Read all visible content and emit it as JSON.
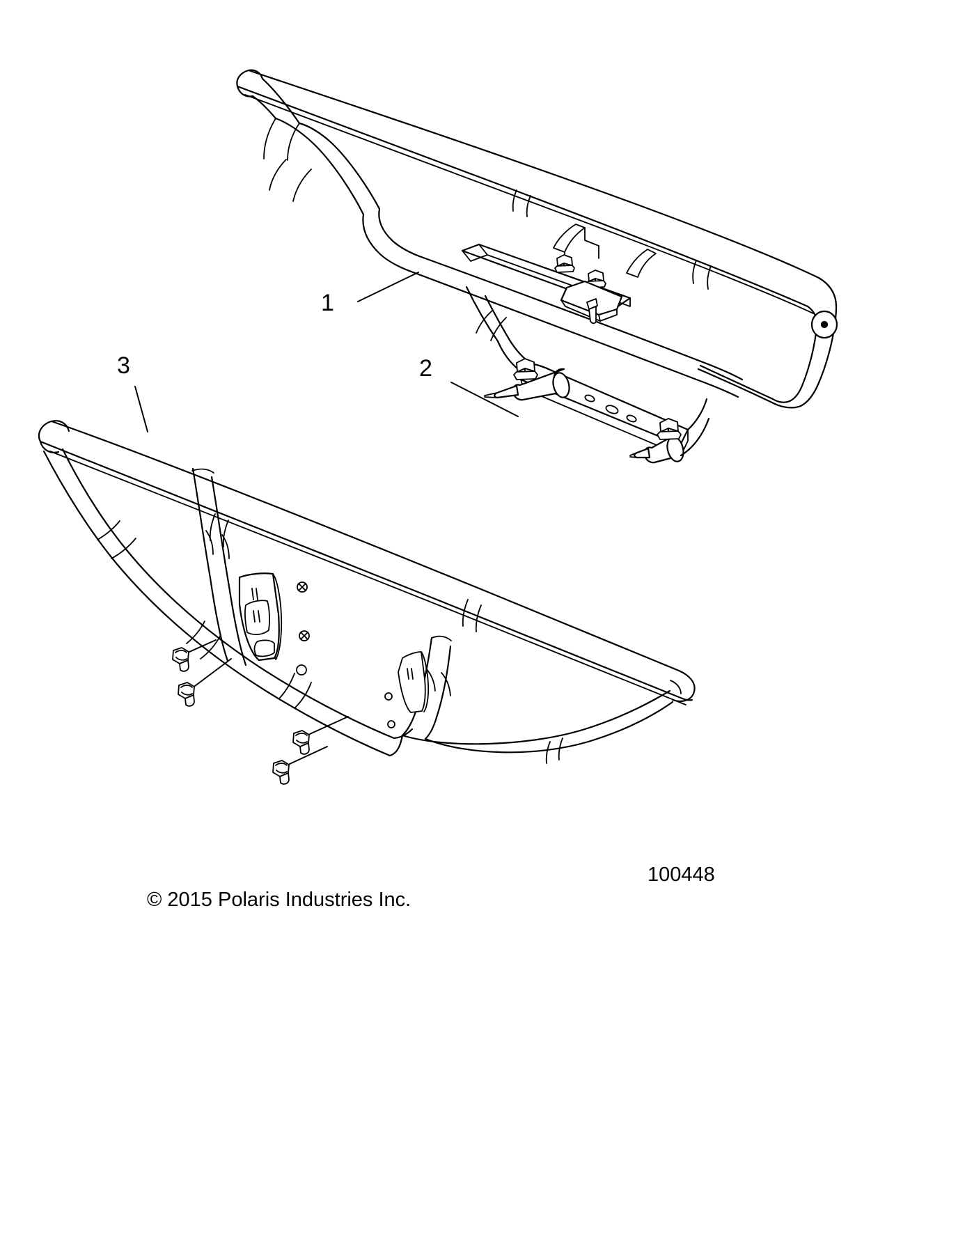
{
  "document": {
    "type": "exploded-parts-diagram",
    "title": "",
    "part_number": "100448",
    "copyright": "© 2015 Polaris Industries Inc.",
    "background_color": "#ffffff",
    "line_color": "#000000"
  },
  "callouts": [
    {
      "id": "1",
      "label": "1",
      "refers_to": "upper-bumper-assembly"
    },
    {
      "id": "2",
      "label": "2",
      "refers_to": "mount-bracket-pin"
    },
    {
      "id": "3",
      "label": "3",
      "refers_to": "lower-bumper-assembly"
    }
  ],
  "figure": {
    "upper_assembly_name": "upper-bumper-assembly",
    "lower_assembly_name": "lower-bumper-assembly",
    "fastener_count": 4
  }
}
